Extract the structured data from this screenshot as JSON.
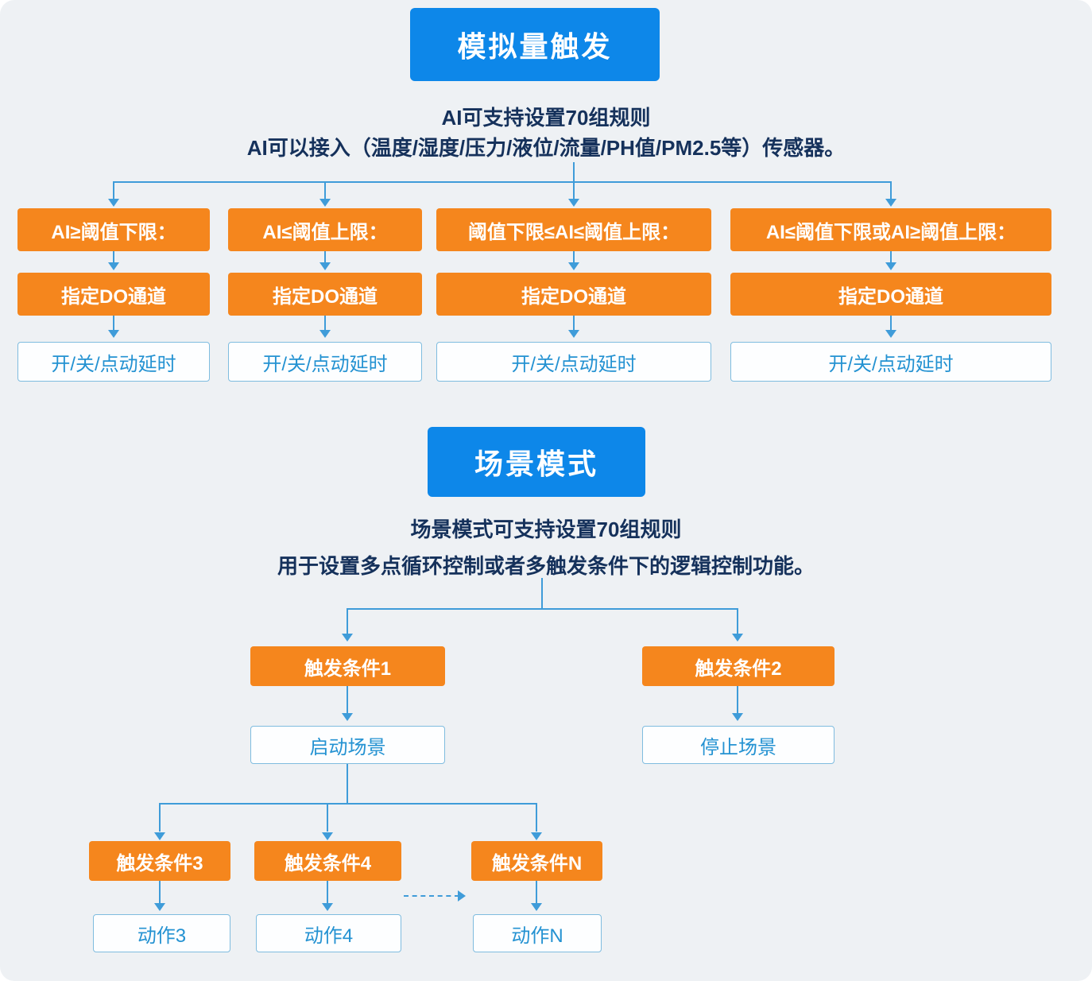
{
  "colors": {
    "background": "#eef1f4",
    "title_blue": "#0d87e9",
    "box_orange": "#f5861d",
    "connector_blue": "#3f9cd9",
    "outline_border": "#7fbcdf",
    "outline_text": "#2492d2",
    "desc_text": "#15315b",
    "box_text": "#ffffff"
  },
  "section1": {
    "title": "模拟量触发",
    "desc_line1": "AI可支持设置70组规则",
    "desc_line2": "AI可以接入（温度/湿度/压力/液位/流量/PH值/PM2.5等）传感器。",
    "branches": [
      {
        "condition": "AI≥阈值下限：",
        "do_channel": "指定DO通道",
        "action": "开/关/点动延时"
      },
      {
        "condition": "AI≤阈值上限：",
        "do_channel": "指定DO通道",
        "action": "开/关/点动延时"
      },
      {
        "condition": "阈值下限≤AI≤阈值上限：",
        "do_channel": "指定DO通道",
        "action": "开/关/点动延时"
      },
      {
        "condition": "AI≤阈值下限或AI≥阈值上限：",
        "do_channel": "指定DO通道",
        "action": "开/关/点动延时"
      }
    ]
  },
  "section2": {
    "title": "场景模式",
    "desc_line1": "场景模式可支持设置70组规则",
    "desc_line2": "用于设置多点循环控制或者多触发条件下的逻辑控制功能。",
    "main_branches": [
      {
        "condition": "触发条件1",
        "action": "启动场景"
      },
      {
        "condition": "触发条件2",
        "action": "停止场景"
      }
    ],
    "sub_branches": [
      {
        "condition": "触发条件3",
        "action": "动作3"
      },
      {
        "condition": "触发条件4",
        "action": "动作4"
      },
      {
        "condition": "触发条件N",
        "action": "动作N"
      }
    ]
  }
}
